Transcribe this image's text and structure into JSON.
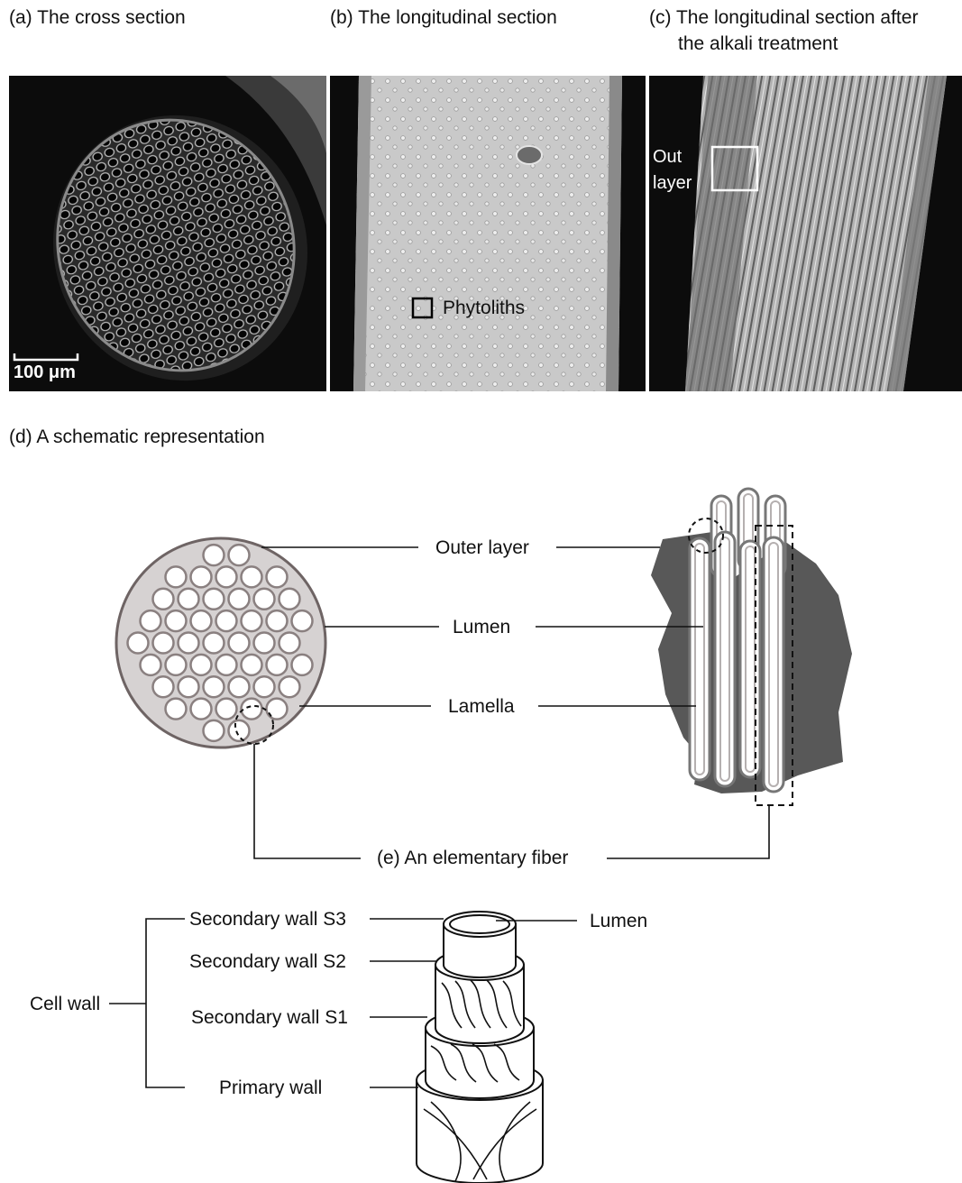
{
  "panels": {
    "a": {
      "caption": "(a) The cross section",
      "scalebar": "100 μm"
    },
    "b": {
      "caption": "(b) The longitudinal section",
      "annotation": "Phytoliths"
    },
    "c": {
      "caption_line1": "(c) The longitudinal section after",
      "caption_line2": "the alkali treatment",
      "annotation_line1": "Out",
      "annotation_line2": "layer"
    },
    "d": {
      "caption": "(d) A schematic representation",
      "labels": {
        "outer_layer": "Outer layer",
        "lumen": "Lumen",
        "lamella": "Lamella"
      }
    },
    "e": {
      "caption": "(e) An elementary fiber",
      "labels": {
        "s3": "Secondary wall S3",
        "s2": "Secondary wall S2",
        "s1": "Secondary wall S1",
        "primary": "Primary wall",
        "lumen": "Lumen",
        "cell_wall": "Cell wall"
      }
    }
  },
  "colors": {
    "sem_background": "#0c0c0c",
    "outer_layer_fill": "#585858",
    "cell_fill": "#d6d2d2",
    "cell_ring": "#8a8080",
    "fiber_stroke": "#777777"
  }
}
